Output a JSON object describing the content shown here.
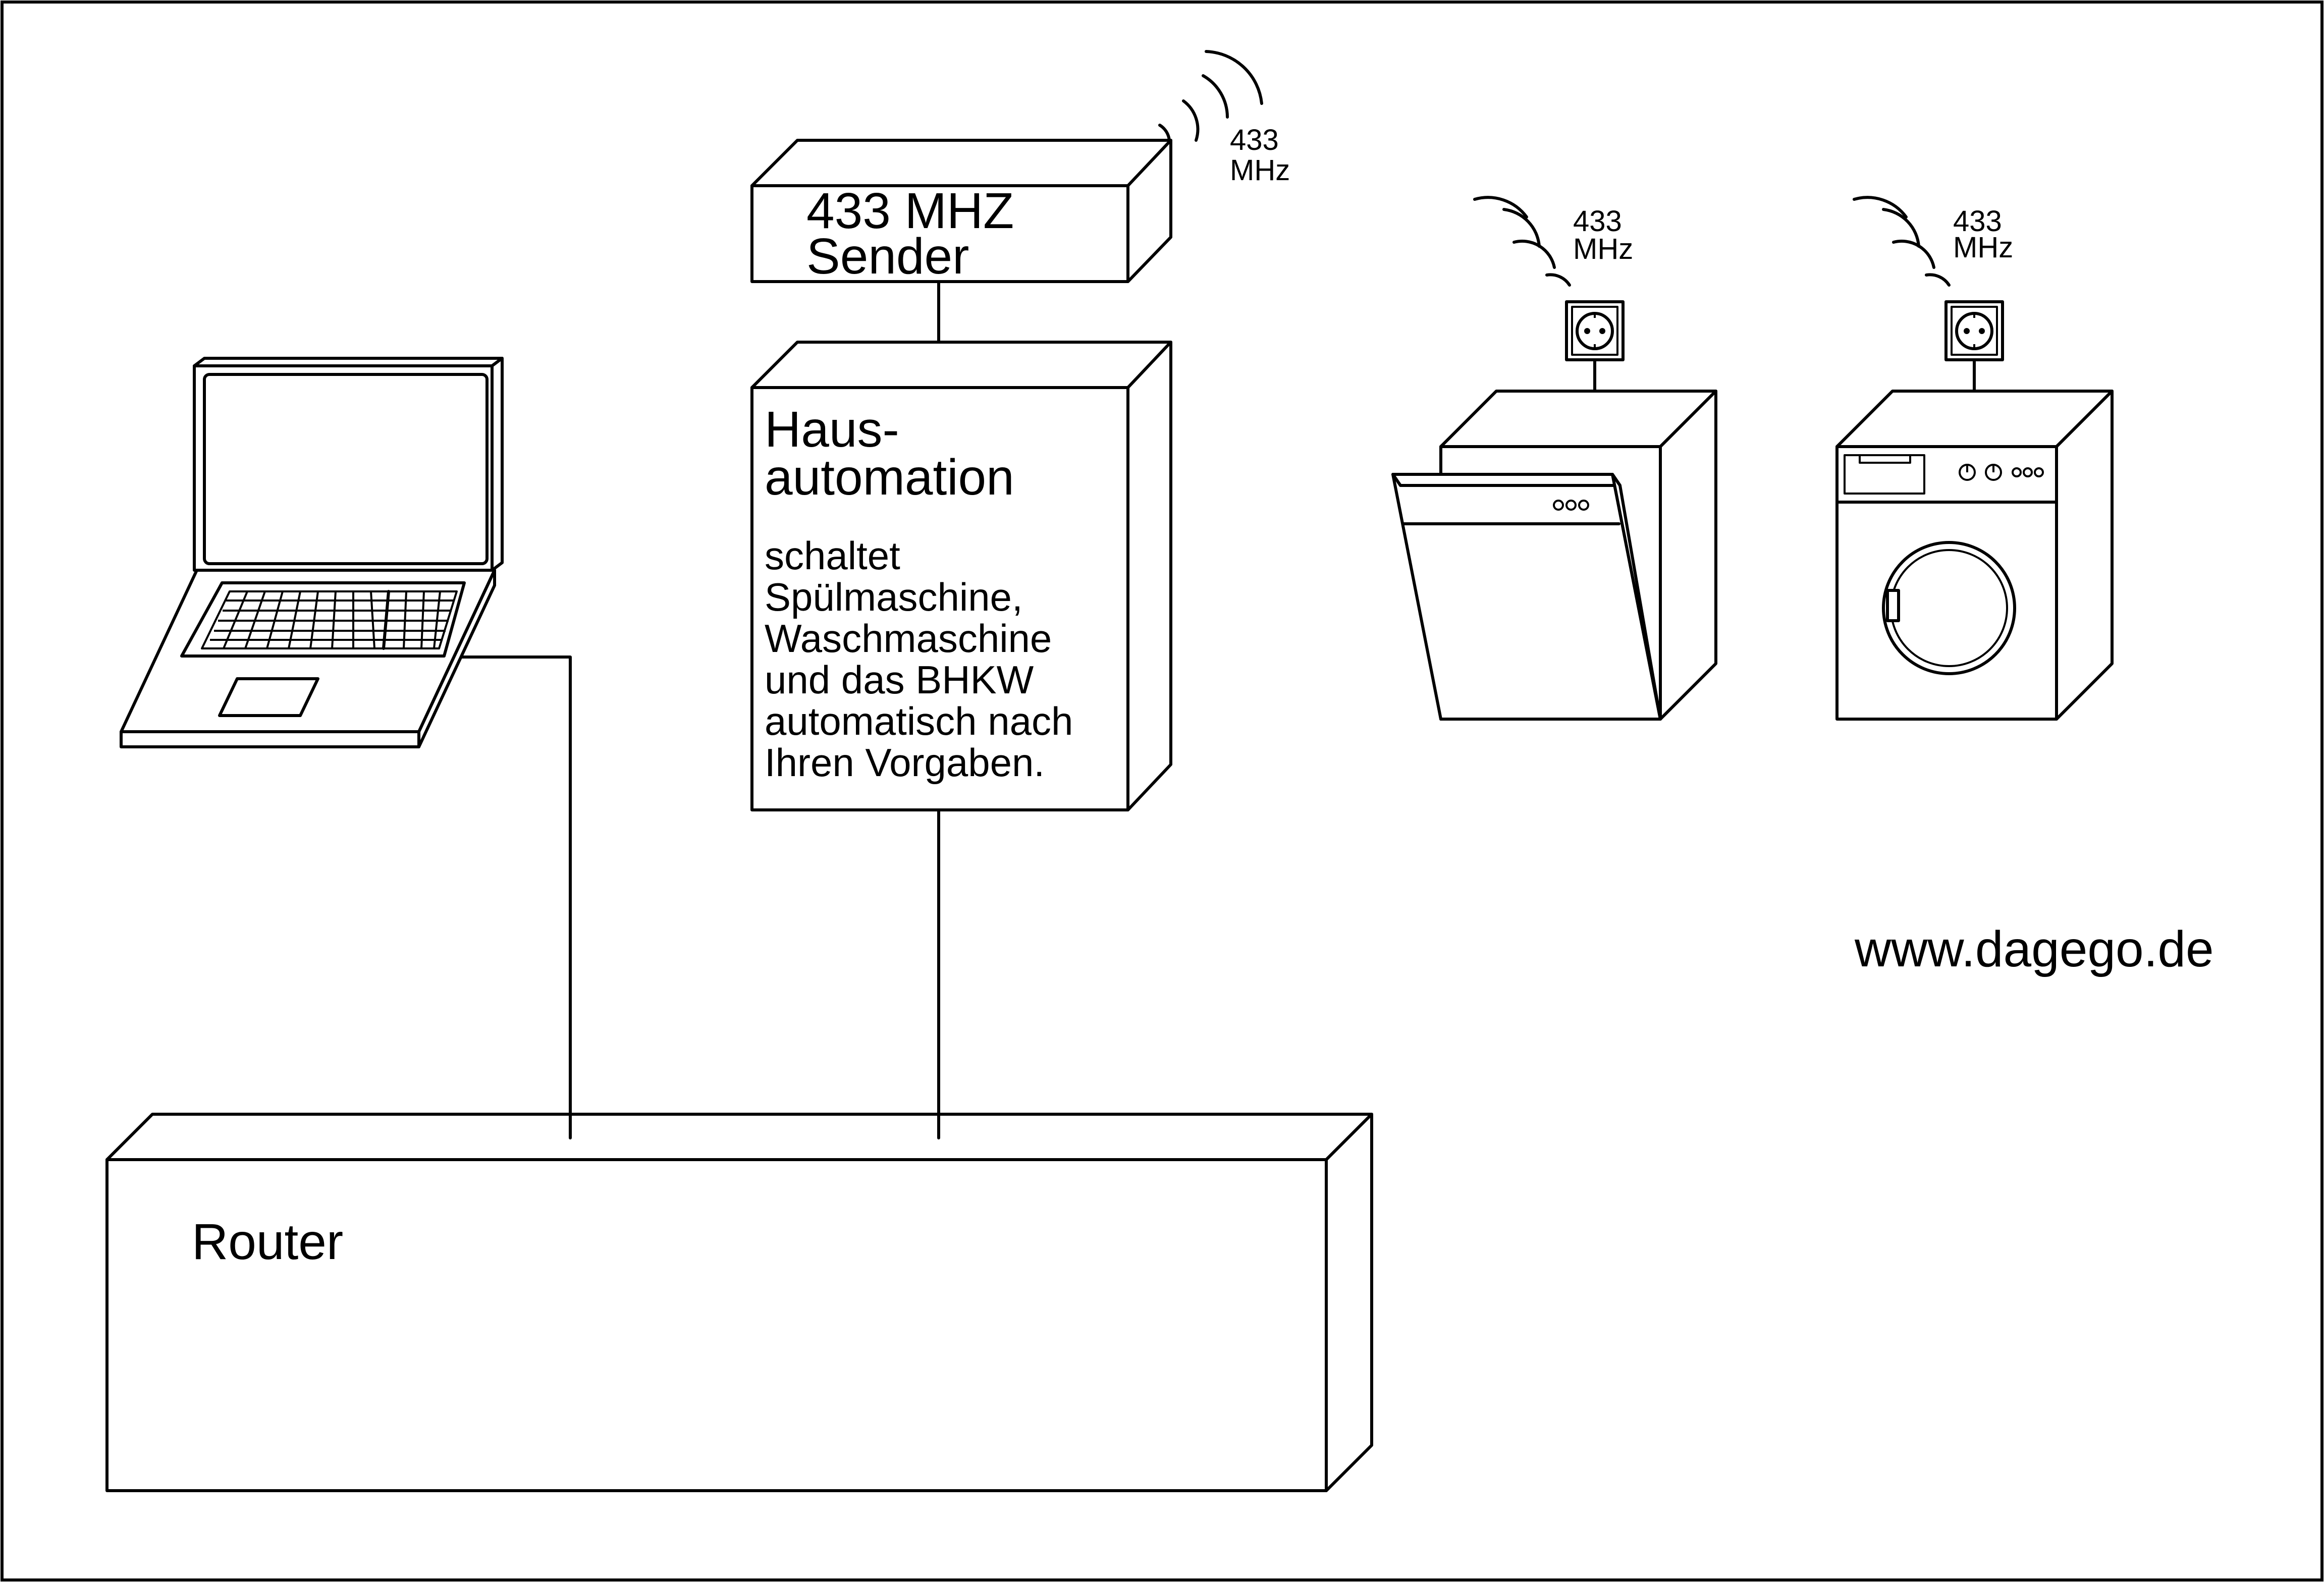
{
  "diagram_title": "Hausautomation mit 433 MHz Funksteckdosen",
  "sender": {
    "line1": "433 MHZ",
    "line2": "Sender",
    "freq_line1": "433",
    "freq_line2": "MHz"
  },
  "hausautomation": {
    "title_line1": "Haus-",
    "title_line2": "automation",
    "desc_lines": [
      "schaltet",
      "Spülmaschine,",
      "Waschmaschine",
      "und das BHKW",
      "automatisch nach",
      "Ihren Vorgaben."
    ]
  },
  "dishwasher_socket": {
    "freq_line1": "433",
    "freq_line2": "MHz"
  },
  "washer_socket": {
    "freq_line1": "433",
    "freq_line2": "MHz"
  },
  "router": {
    "label": "Router"
  },
  "website": {
    "url": "www.dagego.de"
  },
  "colors": {
    "stroke": "#000000",
    "background": "#ffffff"
  }
}
